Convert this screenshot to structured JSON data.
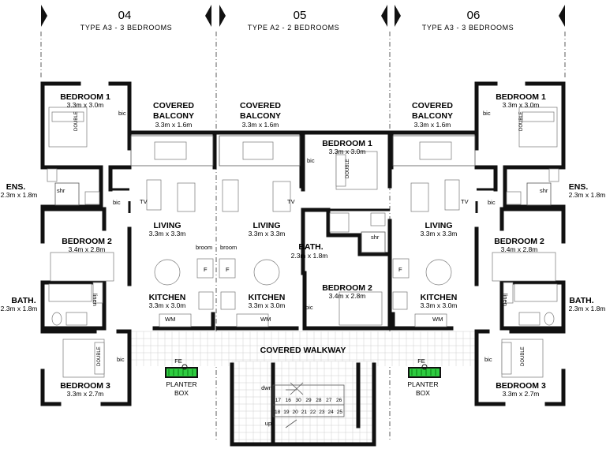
{
  "units": [
    {
      "number": "04",
      "type": "TYPE   A3 - 3 BEDROOMS"
    },
    {
      "number": "05",
      "type": "TYPE   A2 - 2 BEDROOMS"
    },
    {
      "number": "06",
      "type": "TYPE   A3 - 3 BEDROOMS"
    }
  ],
  "rooms": {
    "u4_bed1": {
      "name": "BEDROOM 1",
      "dim": "3.3m x 3.0m"
    },
    "u4_balcony": {
      "name1": "COVERED",
      "name2": "BALCONY",
      "dim": "3.3m x 1.6m"
    },
    "u4_ens": {
      "name": "ENS.",
      "dim": "2.3m x 1.8m"
    },
    "u4_living": {
      "name": "LIVING",
      "dim": "3.3m x 3.3m"
    },
    "u4_bed2": {
      "name": "BEDROOM 2",
      "dim": "3.4m x 2.8m"
    },
    "u4_kitchen": {
      "name": "KITCHEN",
      "dim": "3.3m x 3.0m"
    },
    "u4_bath": {
      "name": "BATH.",
      "dim": "2.3m x 1.8m"
    },
    "u4_bed3": {
      "name": "BEDROOM 3",
      "dim": "3.3m x 2.7m"
    },
    "u5_balcony": {
      "name1": "COVERED",
      "name2": "BALCONY",
      "dim": "3.3m x 1.6m"
    },
    "u5_living": {
      "name": "LIVING",
      "dim": "3.3m x 3.3m"
    },
    "u5_kitchen": {
      "name": "KITCHEN",
      "dim": "3.3m x 3.0m"
    },
    "u5_bed1": {
      "name": "BEDROOM 1",
      "dim": "3.3m x 3.0m"
    },
    "u5_bath": {
      "name": "BATH.",
      "dim": "2.3m x 1.8m"
    },
    "u5_bed2": {
      "name": "BEDROOM 2",
      "dim": "3.4m x 2.8m"
    },
    "u6_bed1": {
      "name": "BEDROOM 1",
      "dim": "3.3m x 3.0m"
    },
    "u6_balcony": {
      "name1": "COVERED",
      "name2": "BALCONY",
      "dim": "3.3m x 1.6m"
    },
    "u6_ens": {
      "name": "ENS.",
      "dim": "2.3m x 1.8m"
    },
    "u6_living": {
      "name": "LIVING",
      "dim": "3.3m x 3.3m"
    },
    "u6_bed2": {
      "name": "BEDROOM 2",
      "dim": "3.4m x 2.8m"
    },
    "u6_kitchen": {
      "name": "KITCHEN",
      "dim": "3.3m x 3.0m"
    },
    "u6_bath": {
      "name": "BATH.",
      "dim": "2.3m x 1.8m"
    },
    "u6_bed3": {
      "name": "BEDROOM 3",
      "dim": "3.3m x 2.7m"
    }
  },
  "common": {
    "walkway": "COVERED WALKWAY",
    "planter1": "PLANTER",
    "planter2": "BOX",
    "fe": "FE",
    "dwn": "dwn",
    "up": "up"
  },
  "fixtures": {
    "bic": "bic",
    "tv": "TV",
    "shr": "shr",
    "double": "DOUBLE",
    "broom": "broom",
    "linen": "linen",
    "wm": "WM",
    "fridge": "F"
  },
  "stairs": {
    "top_row": [
      "17",
      "16",
      "30",
      "29",
      "28",
      "27",
      "26"
    ],
    "bottom_row": [
      "18",
      "19",
      "20",
      "21",
      "22",
      "23",
      "24",
      "25"
    ]
  },
  "colors": {
    "wall": "#111111",
    "planter": "#2ecc40",
    "grid": "#cfcfcf"
  }
}
